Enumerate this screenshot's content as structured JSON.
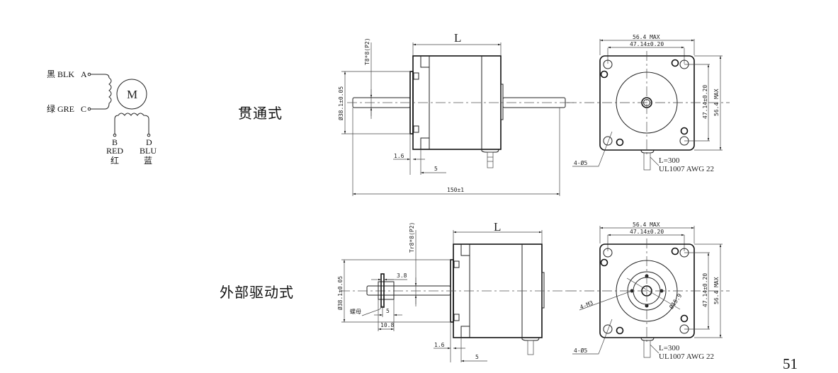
{
  "wiring": {
    "motor_symbol": "M",
    "phase_a": {
      "color_cn": "黑",
      "color_en": "BLK",
      "terminal": "A"
    },
    "phase_c": {
      "color_cn": "绿",
      "color_en": "GRE",
      "terminal": "C"
    },
    "phase_b": {
      "terminal": "B",
      "color_en": "RED",
      "color_cn": "红"
    },
    "phase_d": {
      "terminal": "D",
      "color_en": "BLU",
      "color_cn": "蓝"
    }
  },
  "sections": [
    {
      "title": "贯通式"
    },
    {
      "title": "外部驱动式"
    }
  ],
  "through_type": {
    "side": {
      "length_label": "L",
      "screw_spec": "T8*8(P2)",
      "boss_dia": "Ø38.1±0.05",
      "flange_thk": "1.6",
      "boss_len": "5",
      "overall": "150±1"
    },
    "front": {
      "max_width": "56.4 MAX",
      "hole_spacing_h": "47.14±0.20",
      "hole_spacing_v": "47.14±0.20",
      "max_height": "56.4 MAX",
      "holes": "4-Ø5",
      "lead_length": "L=300",
      "wire_spec": "UL1007 AWG 22"
    }
  },
  "external_type": {
    "side": {
      "length_label": "L",
      "screw_spec": "Tr8*8(P2)",
      "boss_dia": "Ø38.1±0.05",
      "nut_flange": "3.8",
      "nut_label": "螺母",
      "nut_offset": "5",
      "nut_len": "10.8",
      "flange_thk": "1.6",
      "boss_len": "5"
    },
    "front": {
      "max_width": "56.4 MAX",
      "hole_spacing_h": "47.14±0.20",
      "hole_spacing_v": "47.14±0.20",
      "max_height": "56.4 MAX",
      "threaded_holes": "4-M3",
      "pcd": "Ø15.9",
      "holes": "4-Ø5",
      "lead_length": "L=300",
      "wire_spec": "UL1007 AWG 22"
    }
  },
  "page_number": "51"
}
